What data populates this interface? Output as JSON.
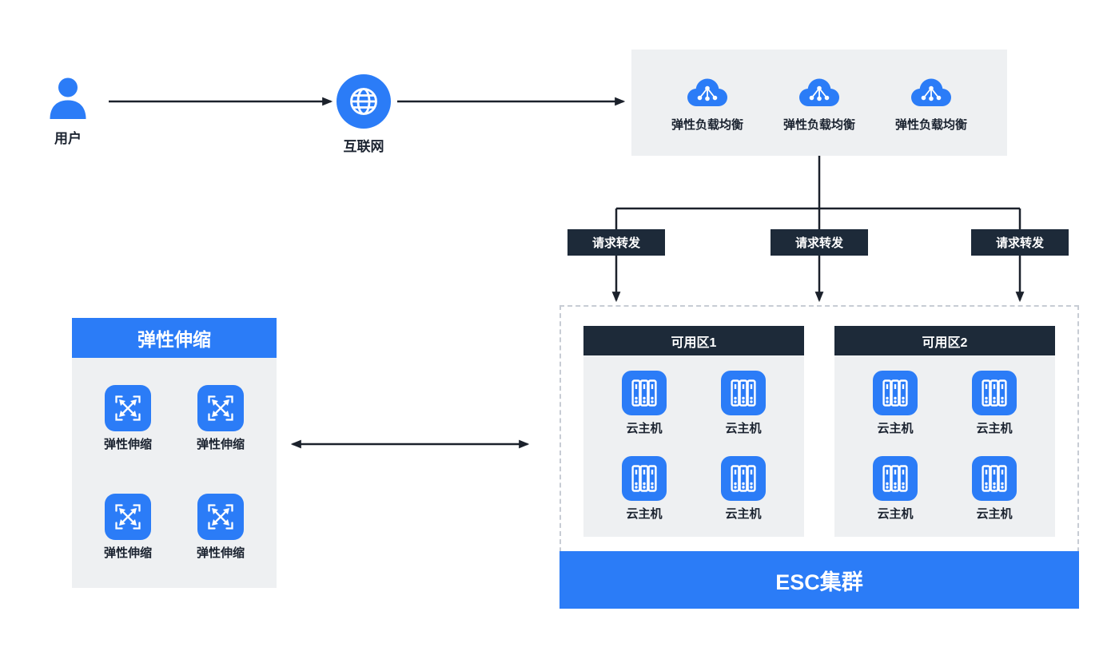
{
  "user": {
    "label": "用户"
  },
  "internet": {
    "label": "互联网"
  },
  "elb_panel": {
    "labels": [
      "弹性负载均衡",
      "弹性负载均衡",
      "弹性负载均衡"
    ]
  },
  "forward_badges": [
    "请求转发",
    "请求转发",
    "请求转发"
  ],
  "scaling_panel": {
    "title": "弹性伸缩",
    "labels": [
      "弹性伸缩",
      "弹性伸缩",
      "弹性伸缩",
      "弹性伸缩"
    ]
  },
  "cluster": {
    "zones": [
      {
        "title": "可用区1",
        "hosts": [
          "云主机",
          "云主机",
          "云主机",
          "云主机"
        ]
      },
      {
        "title": "可用区2",
        "hosts": [
          "云主机",
          "云主机",
          "云主机",
          "云主机"
        ]
      }
    ],
    "footer": "ESC集群"
  },
  "colors": {
    "accent": "#2b7cf7",
    "dark_navy": "#1d2a39",
    "panel_gray": "#eef0f2",
    "connector": "#1b212b"
  }
}
